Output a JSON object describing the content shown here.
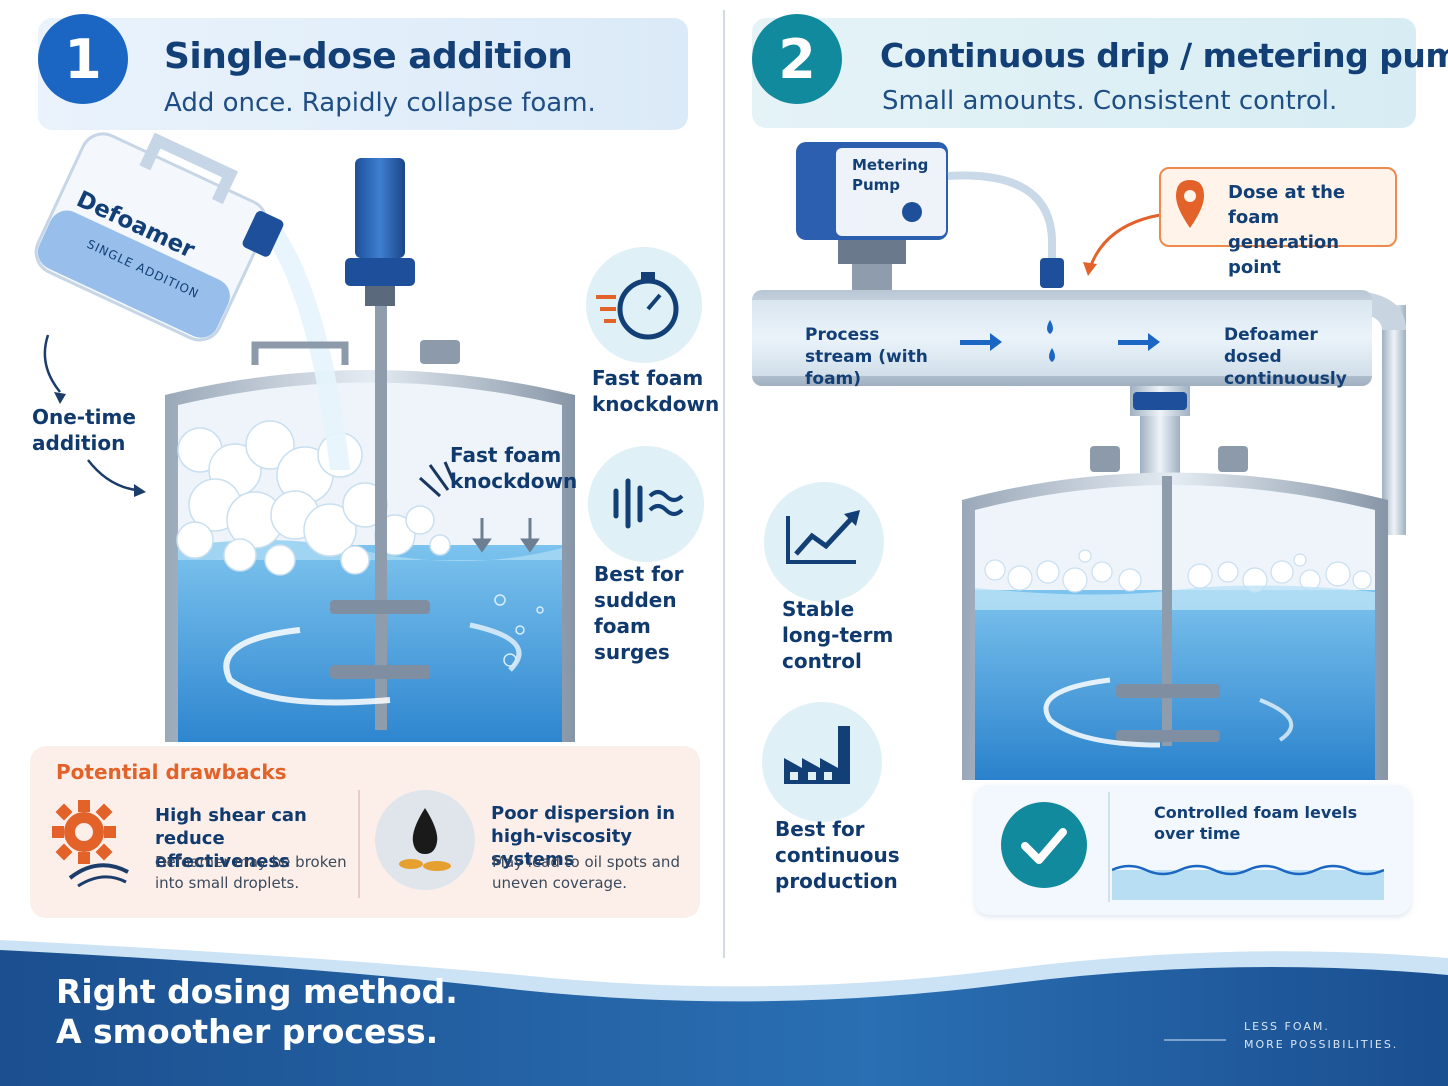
{
  "section1": {
    "number": "1",
    "title": "Single-dose addition",
    "subtitle": "Add once. Rapidly collapse foam.",
    "jug_label": "Defoamer",
    "jug_sublabel": "SINGLE ADDITION",
    "one_time_label": "One-time addition",
    "tank_label": "Fast foam knockdown",
    "benefits": [
      "Fast foam knockdown",
      "Best for sudden foam surges"
    ],
    "drawbacks": {
      "title": "Potential drawbacks",
      "items": [
        {
          "title": "High shear can reduce effectiveness",
          "desc": "Defoamer may be broken into small droplets."
        },
        {
          "title": "Poor dispersion in high-viscosity systems",
          "desc": "May lead to oil spots and uneven coverage."
        }
      ]
    }
  },
  "section2": {
    "number": "2",
    "title": "Continuous drip / metering pump",
    "subtitle": "Small amounts. Consistent control.",
    "pump_label": "Metering Pump",
    "callout": "Dose at the foam generation point",
    "stream_left": "Process stream (with foam)",
    "stream_right": "Defoamer dosed continuously",
    "benefits": [
      "Stable long-term control",
      "Best for continuous production"
    ],
    "control_label": "Controlled foam levels over time"
  },
  "footer": {
    "line1": "Right dosing method.",
    "line2": "A smoother process.",
    "tag1": "LESS FOAM.",
    "tag2": "MORE POSSIBILITIES."
  },
  "colors": {
    "primary_blue": "#1a66c2",
    "teal": "#128a9e",
    "navy_text": "#123f76",
    "orange": "#e2622a",
    "water": "#6fb8e6"
  }
}
